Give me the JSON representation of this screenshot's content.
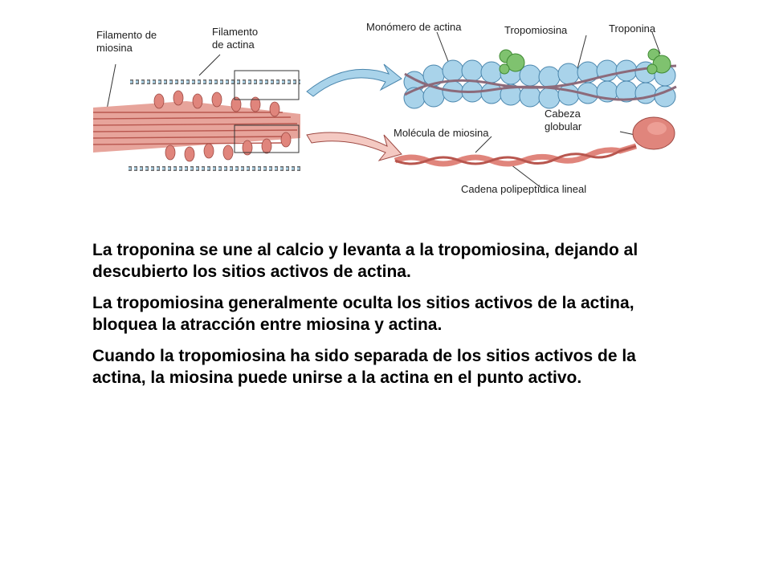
{
  "diagram": {
    "labels": {
      "myosin_filament": [
        "Filamento de",
        "miosina"
      ],
      "actin_filament": [
        "Filamento",
        "de actina"
      ],
      "actin_monomer": "Monómero de actina",
      "tropomyosin": "Tropomiosina",
      "troponin": "Troponina",
      "myosin_molecule": "Molécula de miosina",
      "globular_head": [
        "Cabeza",
        "globular"
      ],
      "polypeptide_chain": "Cadena polipeptídica lineal"
    },
    "colors": {
      "actin": "#a9d3ea",
      "actin_stroke": "#4a86ad",
      "myosin": "#e0857c",
      "myosin_dark": "#b8564e",
      "troponin": "#7fc26f",
      "tropomyosin": "#8c6a7a"
    }
  },
  "text": {
    "paragraphs": [
      "La troponina se une al calcio y levanta a la tropomiosina, dejando al descubierto los sitios activos de actina.",
      "La tropomiosina generalmente oculta los sitios activos de la actina, bloquea la atracción  entre miosina y actina.",
      "Cuando la tropomiosina ha sido separada de los sitios activos de la actina, la miosina puede unirse a la actina en el punto activo."
    ]
  }
}
